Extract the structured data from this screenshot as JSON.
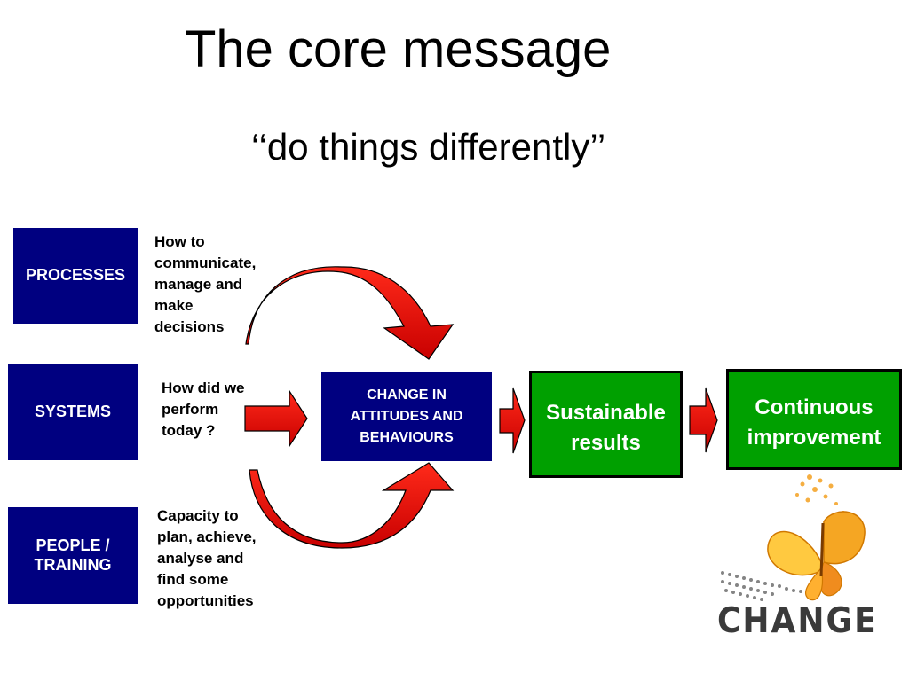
{
  "slide": {
    "title": "The core message",
    "subtitle": "‘‘do things differently’’"
  },
  "left_boxes": {
    "processes": "PROCESSES",
    "systems": "SYSTEMS",
    "people": "PEOPLE / TRAINING"
  },
  "notes": {
    "processes": "How to\ncommunicate,\nmanage and\nmake\ndecisions",
    "systems": "How did we\nperform\ntoday ?",
    "people": "Capacity to\nplan, achieve,\nanalyse and\nfind some\nopportunities"
  },
  "center_box": "CHANGE IN ATTITUDES AND BEHAVIOURS",
  "result_boxes": {
    "sustainable": "Sustainable\nresults",
    "continuous": "Continuous\nimprovement"
  },
  "logo": {
    "text": "CHANGE"
  },
  "colors": {
    "navy": "#000080",
    "green": "#00a000",
    "arrow_red": "#e00000",
    "butterfly_orange": "#f5a623"
  }
}
